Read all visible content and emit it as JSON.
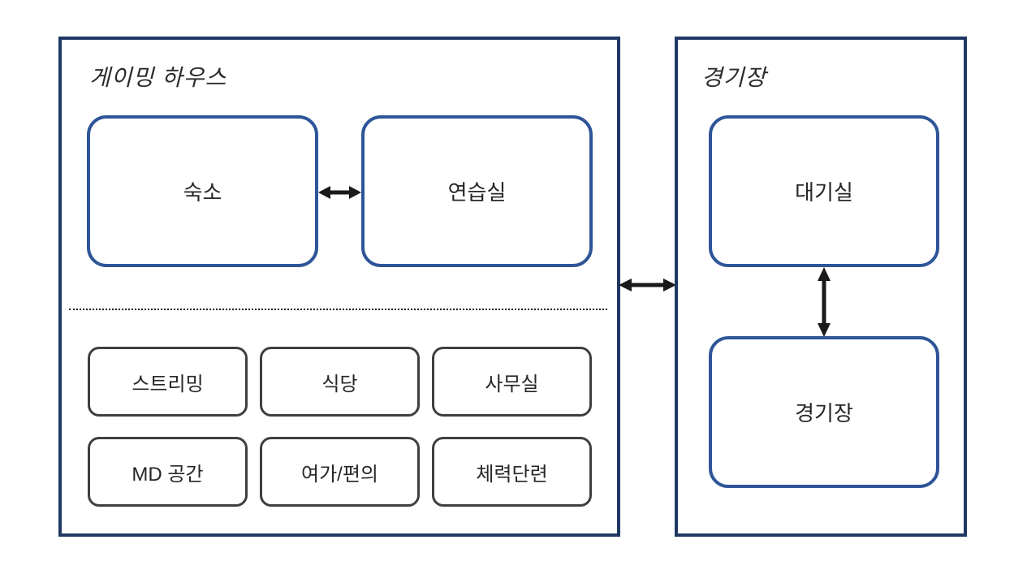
{
  "gaming_house": {
    "title": "게이밍 하우스",
    "main_rooms": [
      {
        "label": "숙소"
      },
      {
        "label": "연습실"
      }
    ],
    "facility_rooms": [
      {
        "label": "스트리밍"
      },
      {
        "label": "식당"
      },
      {
        "label": "사무실"
      },
      {
        "label": "MD 공간"
      },
      {
        "label": "여가/편의"
      },
      {
        "label": "체력단련"
      }
    ]
  },
  "stadium": {
    "title": "경기장",
    "rooms": [
      {
        "label": "대기실"
      },
      {
        "label": "경기장"
      }
    ]
  },
  "connections": [
    {
      "from": "숙소",
      "to": "연습실",
      "type": "bidirectional"
    },
    {
      "from": "게이밍 하우스",
      "to": "경기장",
      "type": "bidirectional"
    },
    {
      "from": "대기실",
      "to": "경기장",
      "type": "bidirectional"
    }
  ],
  "colors": {
    "outer_container_border": "#1F3864",
    "room_border": "#2E5597",
    "facility_border": "#3F3F3F",
    "arrow": "#1a1a1a",
    "text": "#262626",
    "background": "#ffffff"
  }
}
